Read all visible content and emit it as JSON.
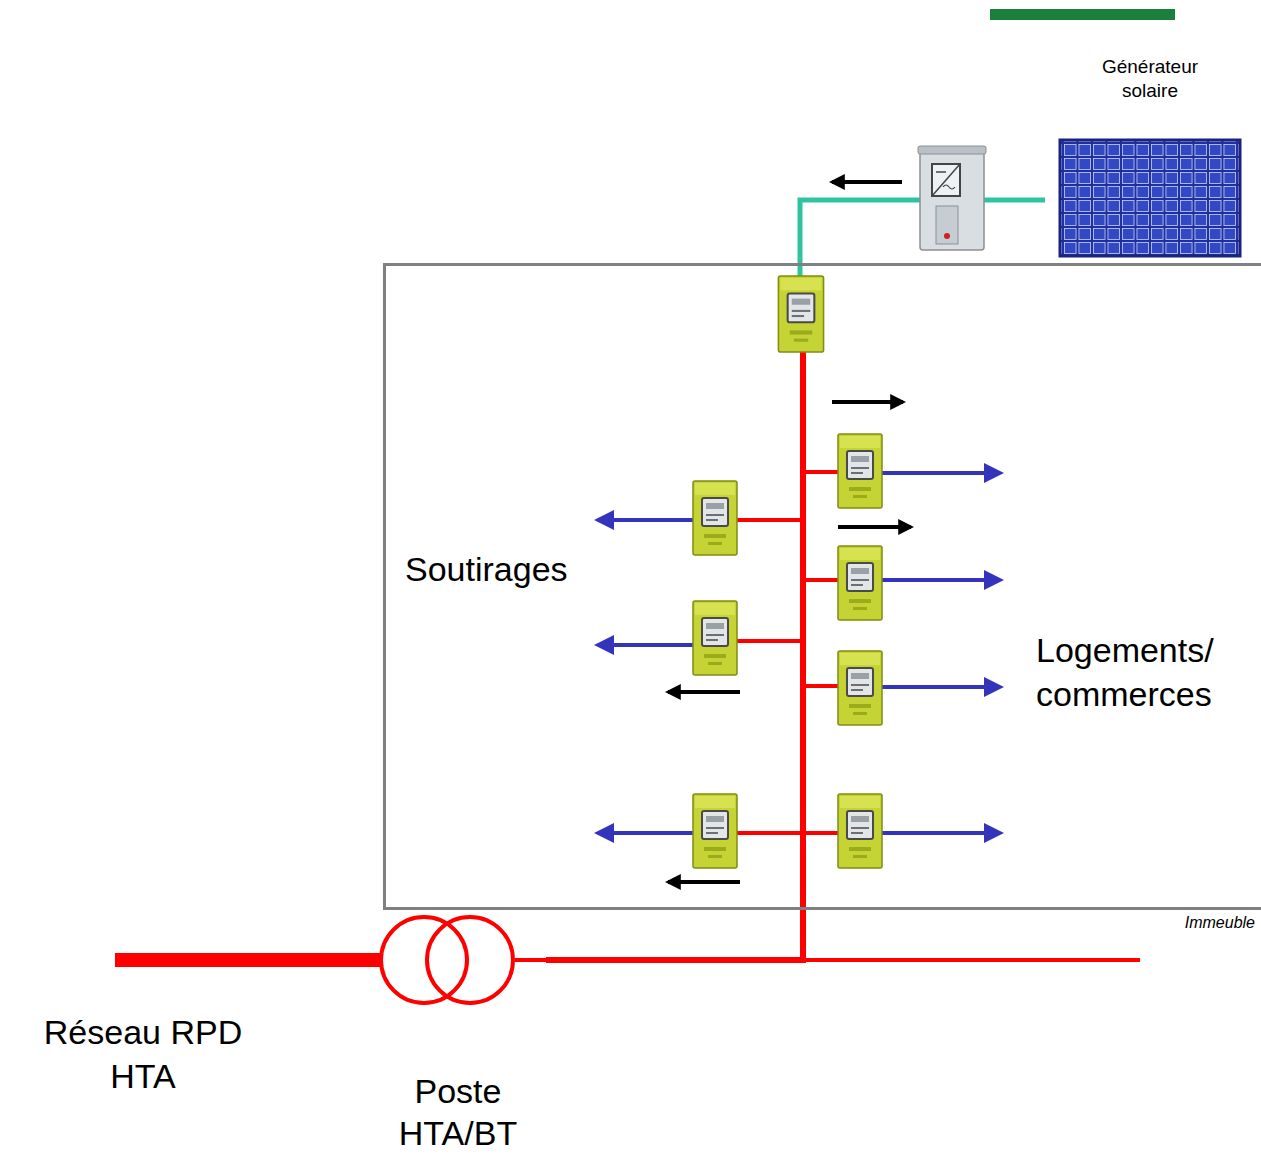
{
  "diagram": {
    "nodes": [
      {
        "text": [
          "Générateur solaire"
        ]
      },
      {
        "text": [
          "Immeuble"
        ]
      },
      {
        "text": [
          "Poste HTA/BT"
        ]
      }
    ],
    "edges": [
      {
        "from": 0,
        "to": 1,
        "arrow": "none"
      },
      {
        "from": 2,
        "to": 1,
        "arrow": "none"
      }
    ],
    "labels": [
      "Soutirages",
      "Logements/ commerces",
      "Réseau RPD HTA"
    ]
  }
}
